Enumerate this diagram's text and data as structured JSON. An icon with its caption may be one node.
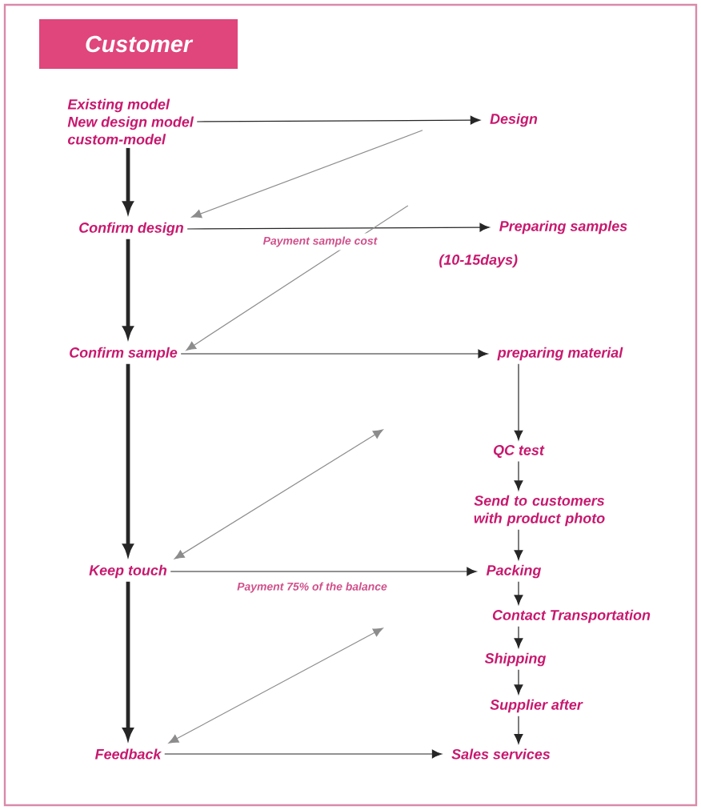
{
  "diagram": {
    "title": "Customer",
    "nodes": [
      {
        "text": [
          "Existing model",
          "New design model",
          "custom-model"
        ]
      },
      {
        "text": [
          "Design"
        ]
      },
      {
        "text": [
          "Confirm design"
        ]
      },
      {
        "text": [
          "Preparing samples"
        ],
        "beside": [
          "(10-15days)"
        ]
      },
      {
        "text": [
          "Confirm sample"
        ]
      },
      {
        "text": [
          "preparing material"
        ]
      },
      {
        "text": [
          "QC test"
        ]
      },
      {
        "text": [
          "Send to customers with product photo"
        ]
      },
      {
        "text": [
          "Keep touch"
        ]
      },
      {
        "text": [
          "Packing"
        ]
      },
      {
        "text": [
          "Contact Transportation"
        ]
      },
      {
        "text": [
          "Shipping"
        ]
      },
      {
        "text": [
          "Supplier after"
        ]
      },
      {
        "text": [
          "Sales services"
        ]
      },
      {
        "text": [
          "Feedback"
        ]
      }
    ],
    "edges": [
      {
        "from": 0,
        "to": 1,
        "arrow": "to"
      },
      {
        "from": 1,
        "to": 2,
        "arrow": "to",
        "color": "#8c8c8c"
      },
      {
        "from": 0,
        "to": 2,
        "arrow": "to",
        "style": "thick"
      },
      {
        "from": 2,
        "to": 3,
        "arrow": "to",
        "label": "Payment sample cost"
      },
      {
        "from": 3,
        "to": 4,
        "arrow": "to",
        "color": "#8c8c8c"
      },
      {
        "from": 2,
        "to": 4,
        "arrow": "to",
        "style": "thick"
      },
      {
        "from": 4,
        "to": 5,
        "arrow": "to"
      },
      {
        "from": 5,
        "to": 6,
        "arrow": "to"
      },
      {
        "from": 6,
        "to": 7,
        "arrow": "to"
      },
      {
        "from": 4,
        "to": 8,
        "arrow": "to",
        "style": "thick"
      },
      {
        "from": null,
        "to": 8,
        "arrow": "both",
        "color": "#8c8c8c"
      },
      {
        "from": 8,
        "to": 9,
        "arrow": "to",
        "label": "Payment 75% of the balance"
      },
      {
        "from": 7,
        "to": 9,
        "arrow": "to"
      },
      {
        "from": 9,
        "to": 10,
        "arrow": "to"
      },
      {
        "from": 10,
        "to": 11,
        "arrow": "to"
      },
      {
        "from": 11,
        "to": 12,
        "arrow": "to"
      },
      {
        "from": 12,
        "to": 13,
        "arrow": "to"
      },
      {
        "from": 8,
        "to": 14,
        "arrow": "to",
        "style": "thick"
      },
      {
        "from": null,
        "to": 14,
        "arrow": "both",
        "color": "#8c8c8c"
      },
      {
        "from": 14,
        "to": 13,
        "arrow": "to"
      }
    ]
  }
}
